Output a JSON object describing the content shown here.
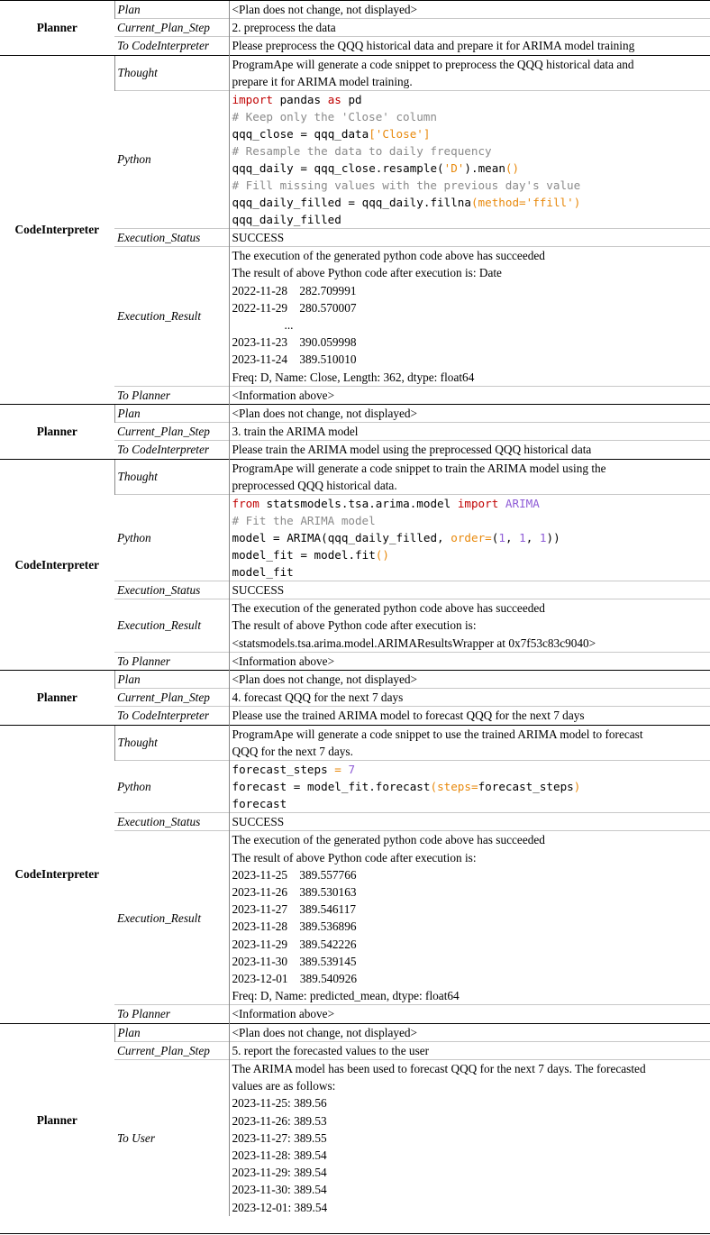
{
  "blocks": [
    {
      "agent": "Planner",
      "rows": [
        {
          "key": "Plan",
          "lines": [
            "<Plan does not change, not displayed>"
          ]
        },
        {
          "key": "Current_Plan_Step",
          "lines": [
            "2. preprocess the data"
          ]
        },
        {
          "key": "To CodeInterpreter",
          "lines": [
            "Please preprocess the QQQ historical data and prepare it for ARIMA model training"
          ]
        }
      ]
    },
    {
      "agent": "CodeInterpreter",
      "rows": [
        {
          "key": "Thought",
          "lines": [
            "ProgramApe will generate a code snippet to preprocess the QQQ historical data and",
            "prepare it for ARIMA model training."
          ]
        },
        {
          "key": "Python",
          "code": [
            "import pandas as pd",
            "# Keep only the 'Close' column",
            "qqq_close = qqq_data['Close']",
            "# Resample the data to daily frequency",
            "qqq_daily = qqq_close.resample('D').mean()",
            "# Fill missing values with the previous day's value",
            "qqq_daily_filled = qqq_daily.fillna(method='ffill')",
            "qqq_daily_filled"
          ]
        },
        {
          "key": "Execution_Status",
          "lines": [
            "SUCCESS"
          ]
        },
        {
          "key": "Execution_Result",
          "lines": [
            "The execution of the generated python code above has succeeded",
            "The result of above Python code after execution is: Date",
            "2022-11-28    282.709991",
            "2022-11-29    280.570007",
            "...",
            "2023-11-23    390.059998",
            "2023-11-24    389.510010",
            "Freq: D, Name: Close, Length: 362, dtype: float64"
          ]
        },
        {
          "key": "To Planner",
          "lines": [
            "<Information above>"
          ]
        }
      ]
    },
    {
      "agent": "Planner",
      "rows": [
        {
          "key": "Plan",
          "lines": [
            "<Plan does not change, not displayed>"
          ]
        },
        {
          "key": "Current_Plan_Step",
          "lines": [
            "3. train the ARIMA model"
          ]
        },
        {
          "key": "To CodeInterpreter",
          "lines": [
            "Please train the ARIMA model using the preprocessed QQQ historical data"
          ]
        }
      ]
    },
    {
      "agent": "CodeInterpreter",
      "rows": [
        {
          "key": "Thought",
          "lines": [
            "ProgramApe will generate a code snippet to train the ARIMA model using the",
            "preprocessed QQQ historical data."
          ]
        },
        {
          "key": "Python",
          "code": [
            "from statsmodels.tsa.arima.model import ARIMA",
            "# Fit the ARIMA model",
            "model = ARIMA(qqq_daily_filled, order=(1, 1, 1))",
            "model_fit = model.fit()",
            "model_fit"
          ]
        },
        {
          "key": "Execution_Status",
          "lines": [
            "SUCCESS"
          ]
        },
        {
          "key": "Execution_Result",
          "lines": [
            "The execution of the generated python code above has succeeded",
            "The result of above Python code after execution is:",
            "<statsmodels.tsa.arima.model.ARIMAResultsWrapper at 0x7f53c83c9040>"
          ]
        },
        {
          "key": "To Planner",
          "lines": [
            "<Information above>"
          ]
        }
      ]
    },
    {
      "agent": "Planner",
      "rows": [
        {
          "key": "Plan",
          "lines": [
            "<Plan does not change, not displayed>"
          ]
        },
        {
          "key": "Current_Plan_Step",
          "lines": [
            "4. forecast QQQ for the next 7 days"
          ]
        },
        {
          "key": "To CodeInterpreter",
          "lines": [
            "Please use the trained ARIMA model to forecast QQQ for the next 7 days"
          ]
        }
      ]
    },
    {
      "agent": "CodeInterpreter",
      "rows": [
        {
          "key": "Thought",
          "lines": [
            "ProgramApe will generate a code snippet to use the trained ARIMA model to forecast",
            "QQQ for the next 7 days."
          ]
        },
        {
          "key": "Python",
          "code": [
            "forecast_steps = 7",
            "forecast = model_fit.forecast(steps=forecast_steps)",
            "forecast"
          ]
        },
        {
          "key": "Execution_Status",
          "lines": [
            "SUCCESS"
          ]
        },
        {
          "key": "Execution_Result",
          "lines": [
            "The execution of the generated python code above has succeeded",
            "The result of above Python code after execution is:",
            "2023-11-25    389.557766",
            "2023-11-26    389.530163",
            "2023-11-27    389.546117",
            "2023-11-28    389.536896",
            "2023-11-29    389.542226",
            "2023-11-30    389.539145",
            "2023-12-01    389.540926",
            "Freq: D, Name: predicted_mean, dtype: float64"
          ]
        },
        {
          "key": "To Planner",
          "lines": [
            "<Information above>"
          ]
        }
      ]
    },
    {
      "agent": "Planner",
      "rows": [
        {
          "key": "Plan",
          "lines": [
            "<Plan does not change, not displayed>"
          ]
        },
        {
          "key": "Current_Plan_Step",
          "lines": [
            "5. report the forecasted values to the user"
          ]
        },
        {
          "key": "To User",
          "lines": [
            "The ARIMA model has been used to forecast QQQ for the next 7 days. The forecasted",
            "values are as follows:",
            "2023-11-25: 389.56",
            "2023-11-26: 389.53",
            "2023-11-27: 389.55",
            "2023-11-28: 389.54",
            "2023-11-29: 389.54",
            "2023-11-30: 389.54",
            "2023-12-01: 389.54"
          ]
        }
      ]
    }
  ],
  "syntax_colors": {
    "keyword": "#c00000",
    "comment": "#8a8a8a",
    "string": "#e8890c",
    "number": "#8e5bd6"
  }
}
